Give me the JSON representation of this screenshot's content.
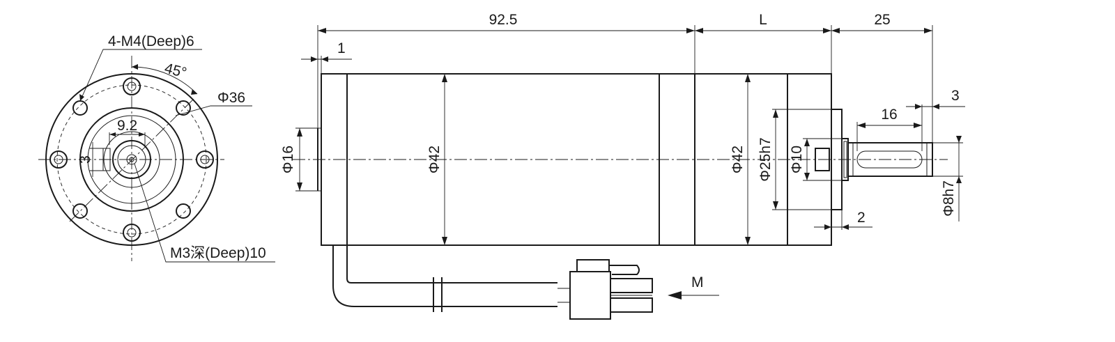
{
  "front_view": {
    "hole_label": "4-M4(Deep)6",
    "angle_label": "45°",
    "pcd_label": "Φ36",
    "shaft_offset_label": "9.2",
    "shaft_key_label": "3",
    "center_hole_label": "M3深(Deep)10"
  },
  "side_view": {
    "dim_total": "92.5",
    "dim_gearbox": "L",
    "dim_shaft": "25",
    "dim_rear_step": "1",
    "dim_rear_boss": "Φ16",
    "dim_motor_dia": "Φ42",
    "dim_gear_dia": "Φ42",
    "dim_pilot": "Φ25h7",
    "dim_collar": "Φ10",
    "dim_shaft_dia": "Φ8h7",
    "dim_key_len": "16",
    "dim_key_end": "3",
    "dim_pilot_len": "2",
    "connector_label": "M"
  }
}
